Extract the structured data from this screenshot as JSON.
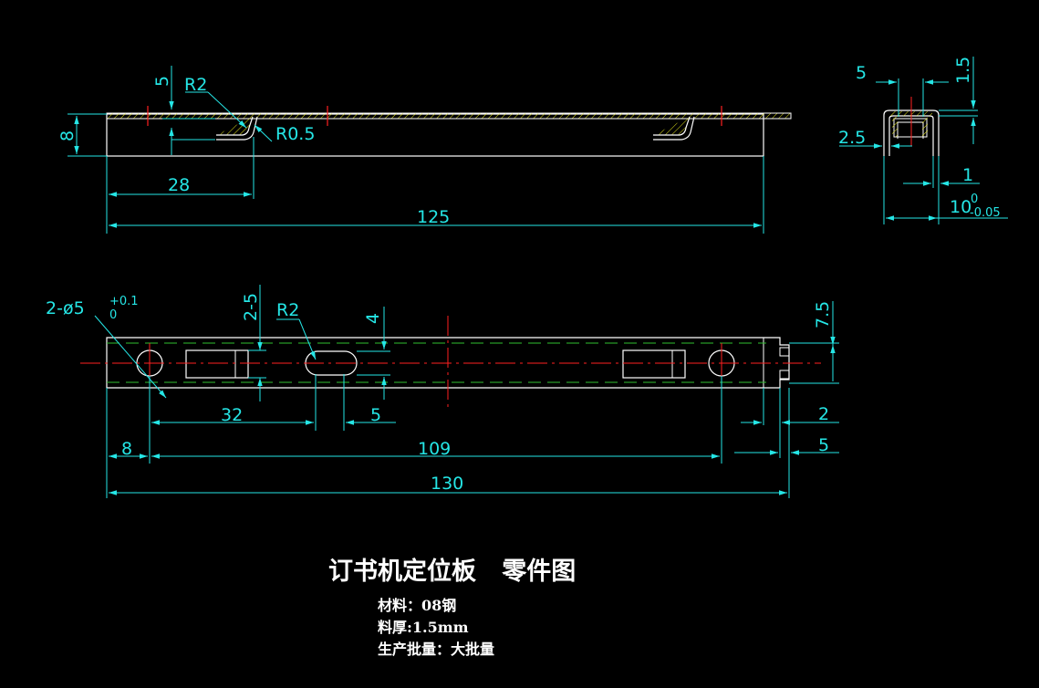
{
  "title": "订书机定位板   零件图",
  "notes": {
    "material": "材料：08钢",
    "thickness": "料厚:1.5mm",
    "batch": "生产批量：大批量"
  },
  "dims": {
    "d5_top": "5",
    "r2_top": "R2",
    "d8": "8",
    "r05": "R0.5",
    "d28": "28",
    "d125": "125",
    "side_5": "5",
    "side_15": "1.5",
    "side_25": "2.5",
    "side_1": "1",
    "side_10": "10",
    "side_10_sup": "0",
    "side_10_sub": "-0.05",
    "hole_label": "2-ø5",
    "hole_sup": "+0.1",
    "hole_sub": "0",
    "d2_5": "2-5",
    "r2_bottom": "R2",
    "d4": "4",
    "d75": "7.5",
    "d32": "32",
    "d5_slot": "5",
    "d2": "2",
    "d5_right": "5",
    "d8_bottom": "8",
    "d109": "109",
    "d130": "130"
  },
  "colors": {
    "background": "#000000",
    "outline": "#ffffff",
    "dimension": "#25e6e6",
    "centerline": "#ff2020",
    "hidden": "#2fbf2f",
    "hatch": "#e6e61a"
  }
}
